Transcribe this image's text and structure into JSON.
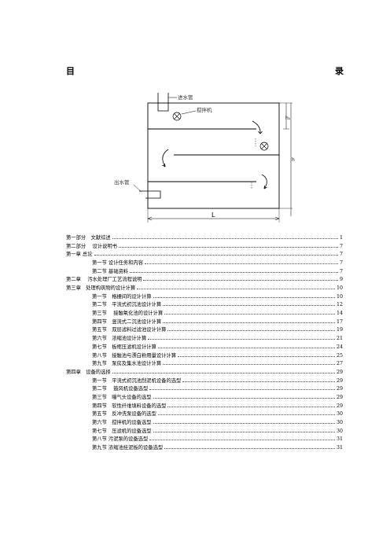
{
  "title": {
    "left": "目",
    "right": "录"
  },
  "diagram": {
    "inlet_label": "进水管",
    "mixer_label": "搅拌机",
    "outlet_label": "出水管",
    "dim_h1": "h₁",
    "dim_h": "h",
    "dim_l": "L"
  },
  "toc": [
    {
      "text": "第一部分　文献综述",
      "page": "1",
      "indent": 0
    },
    {
      "text": "第二部分　 设计说明书",
      "page": "7",
      "indent": 0
    },
    {
      "text": "第一章 总论",
      "page": "7",
      "indent": 0
    },
    {
      "text": "第一节 设计任务和内容",
      "page": "7",
      "indent": 1
    },
    {
      "text": "第二节 基础资料",
      "page": "7",
      "indent": 1
    },
    {
      "text": "第二章　 污水处理厂工艺流程说明",
      "page": "9",
      "indent": 0
    },
    {
      "text": "第三章　处理构筑物的设计计算",
      "page": "10",
      "indent": 0
    },
    {
      "text": "第一节　格栅间的设计计算",
      "page": "10",
      "indent": 1
    },
    {
      "text": "第二节　平流式初沉池设计计算",
      "page": "12",
      "indent": 1
    },
    {
      "text": "第三节　 接触氧化池的设计计算",
      "page": "14",
      "indent": 1
    },
    {
      "text": "第四节　竖流式二沉池设计计算",
      "page": "17",
      "indent": 1
    },
    {
      "text": "第五节　双层滤料过滤池设计计算",
      "page": "19",
      "indent": 1
    },
    {
      "text": "第六节　浓缩池设计计算",
      "page": "21",
      "indent": 1
    },
    {
      "text": "第七节　板框压滤机设计计算",
      "page": "24",
      "indent": 1
    },
    {
      "text": "第八节　接触池与漂白粉用量设计计算",
      "page": "25",
      "indent": 1
    },
    {
      "text": "第九节　泵房及集水池设计计算",
      "page": "27",
      "indent": 1
    },
    {
      "text": "第四章　设备的选择",
      "page": "29",
      "indent": 0
    },
    {
      "text": "第一节　平流式初沉池刮泥机设备的选型",
      "page": "29",
      "indent": 1
    },
    {
      "text": "第二节　 鼓风机设备选型",
      "page": "29",
      "indent": 1
    },
    {
      "text": "第三节　曝气头设备的选型",
      "page": "29",
      "indent": 1
    },
    {
      "text": "第四节　软性纤维填料设备的选型",
      "page": "29",
      "indent": 1
    },
    {
      "text": "第五节　反冲洗泵设备的选型",
      "page": "30",
      "indent": 1
    },
    {
      "text": "第六节　搅拌机的设备选型",
      "page": "30",
      "indent": 1
    },
    {
      "text": "第七节　压滤机的设备选型",
      "page": "30",
      "indent": 1
    },
    {
      "text": "第八节 污泥泵的设备选型",
      "page": "31",
      "indent": 1
    },
    {
      "text": "第九节 浓缩池挂泥板的设备选型",
      "page": "31",
      "indent": 1
    }
  ]
}
